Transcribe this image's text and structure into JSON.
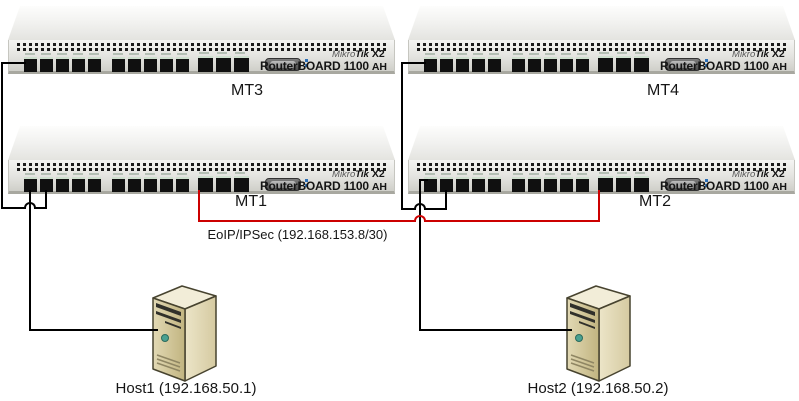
{
  "routers": [
    {
      "label": "MT3"
    },
    {
      "label": "MT4"
    },
    {
      "label": "MT1"
    },
    {
      "label": "MT2"
    }
  ],
  "router_brand": {
    "mikro": "Mikro",
    "tik": "Tik",
    "x2": "X2",
    "model": "RouterBOARD 1100",
    "ah": "AH"
  },
  "hosts": [
    {
      "label": "Host1 (192.168.50.1)"
    },
    {
      "label": "Host2 (192.168.50.2)"
    }
  ],
  "tunnel_label": "EoIP/IPSec (192.168.153.8/30)",
  "colors": {
    "link": "#000000",
    "tunnel": "#cc0000"
  },
  "links": [
    {
      "from": "MT3",
      "to": "MT1",
      "type": "ethernet"
    },
    {
      "from": "MT4",
      "to": "MT2",
      "type": "ethernet"
    },
    {
      "from": "MT1",
      "to": "Host1",
      "type": "ethernet"
    },
    {
      "from": "MT2",
      "to": "Host2",
      "type": "ethernet"
    },
    {
      "from": "MT1",
      "to": "MT2",
      "type": "EoIP/IPSec tunnel",
      "label": "EoIP/IPSec (192.168.153.8/30)"
    }
  ]
}
